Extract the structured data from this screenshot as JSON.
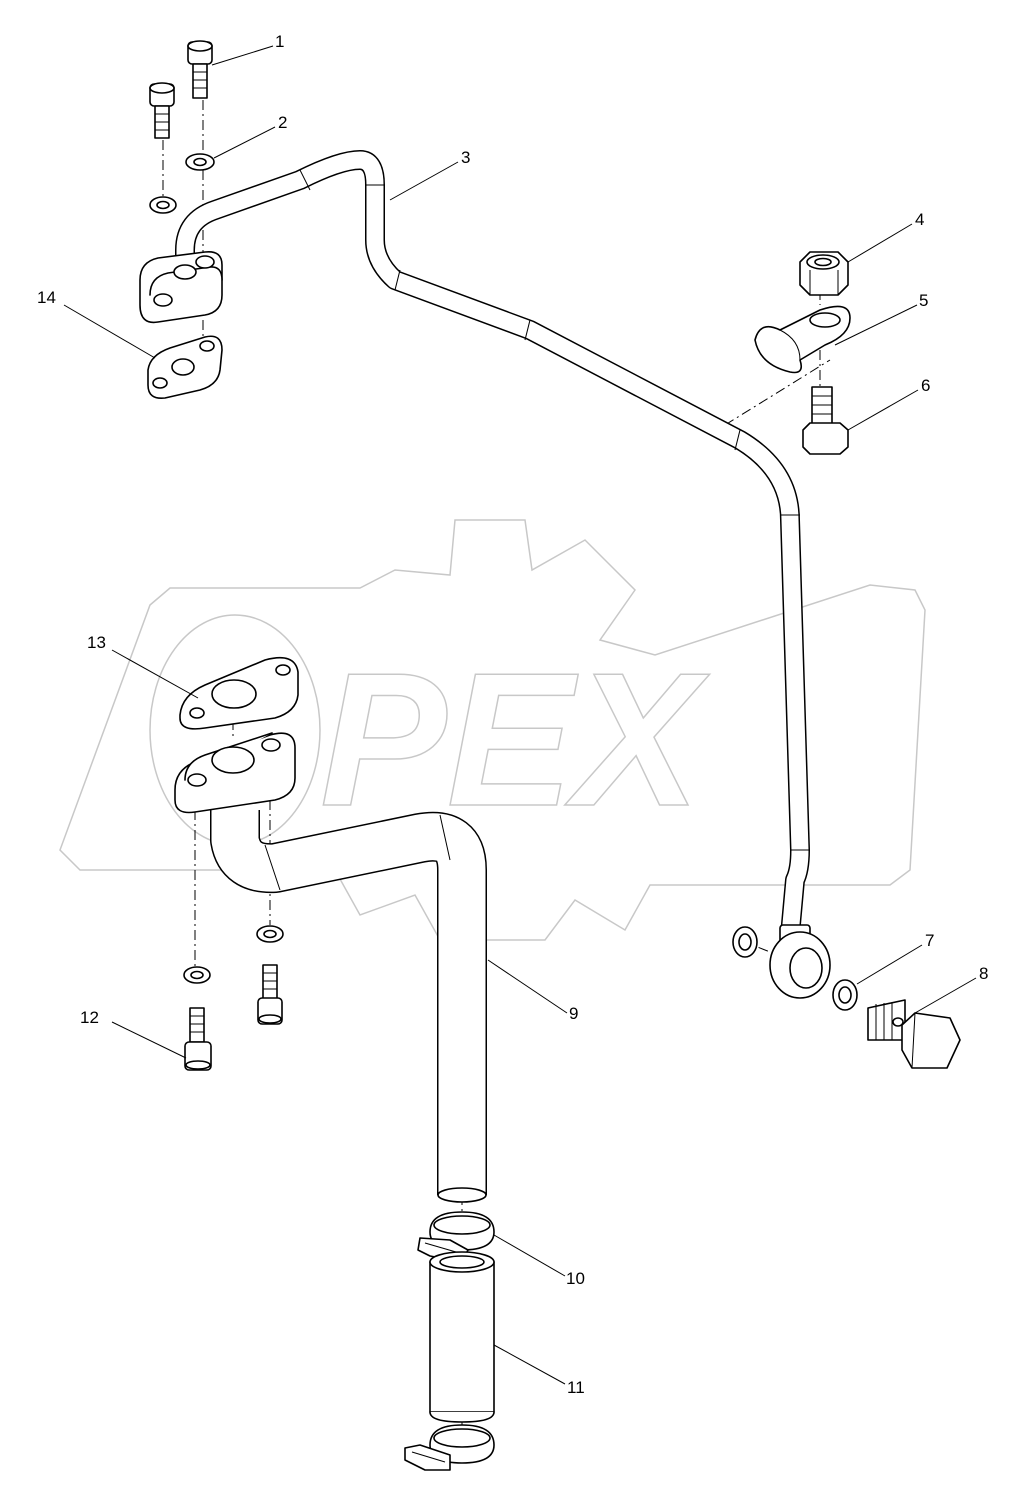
{
  "watermark": {
    "text": "PEX",
    "color": "#c8c8c8"
  },
  "callouts": [
    {
      "id": "1",
      "label": "1"
    },
    {
      "id": "2",
      "label": "2"
    },
    {
      "id": "3",
      "label": "3"
    },
    {
      "id": "4",
      "label": "4"
    },
    {
      "id": "5",
      "label": "5"
    },
    {
      "id": "6",
      "label": "6"
    },
    {
      "id": "7",
      "label": "7"
    },
    {
      "id": "8",
      "label": "8"
    },
    {
      "id": "9",
      "label": "9"
    },
    {
      "id": "10",
      "label": "10"
    },
    {
      "id": "11",
      "label": "11"
    },
    {
      "id": "12",
      "label": "12"
    },
    {
      "id": "13",
      "label": "13"
    },
    {
      "id": "14",
      "label": "14"
    }
  ]
}
